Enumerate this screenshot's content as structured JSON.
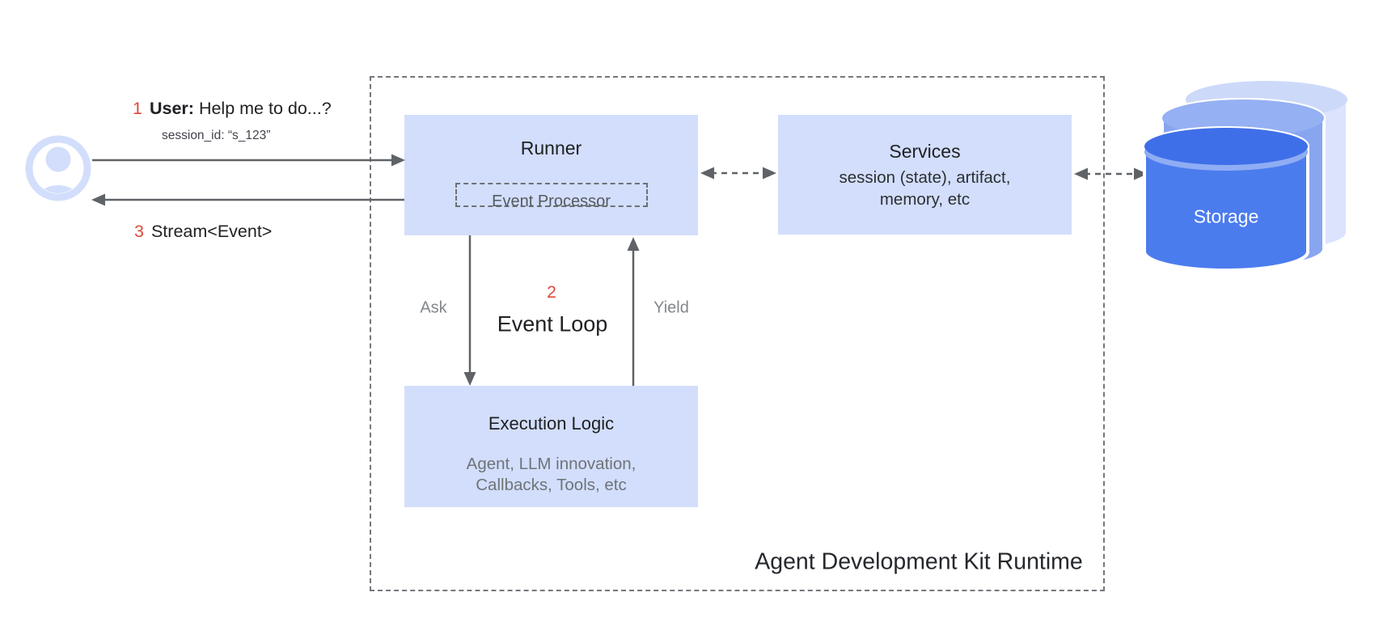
{
  "diagram": {
    "user_request": {
      "number": "1",
      "speaker": "User:",
      "text": "Help me to do...?",
      "session": "session_id: “s_123”"
    },
    "stream_response": {
      "number": "3",
      "text": "Stream<Event>"
    },
    "runtime": {
      "caption": "Agent Development Kit Runtime",
      "runner": {
        "title": "Runner",
        "event_processor": "Event Processor"
      },
      "services": {
        "title": "Services",
        "subtitle_line1": "session (state), artifact,",
        "subtitle_line2": "memory, etc"
      },
      "execution_logic": {
        "title": "Execution Logic",
        "subtitle_line1": "Agent, LLM innovation,",
        "subtitle_line2": "Callbacks, Tools, etc"
      },
      "event_loop": {
        "number": "2",
        "label": "Event Loop",
        "ask_label": "Ask",
        "yield_label": "Yield"
      }
    },
    "storage": {
      "label": "Storage"
    },
    "icons": {
      "user": "user-avatar-icon",
      "storage": "storage-cylinders-icon"
    },
    "palette": {
      "box_fill": "#d2defb",
      "accent_red": "#e0483b",
      "storage_front_blue": "#4b7cee",
      "storage_middle_blue": "#88a5f0",
      "storage_back_blue": "#dbe4fc",
      "arrow_gray": "#5f6368",
      "dashed_border_gray": "#74787d",
      "text_dark": "#202124",
      "text_gray": "#6f747a"
    }
  }
}
